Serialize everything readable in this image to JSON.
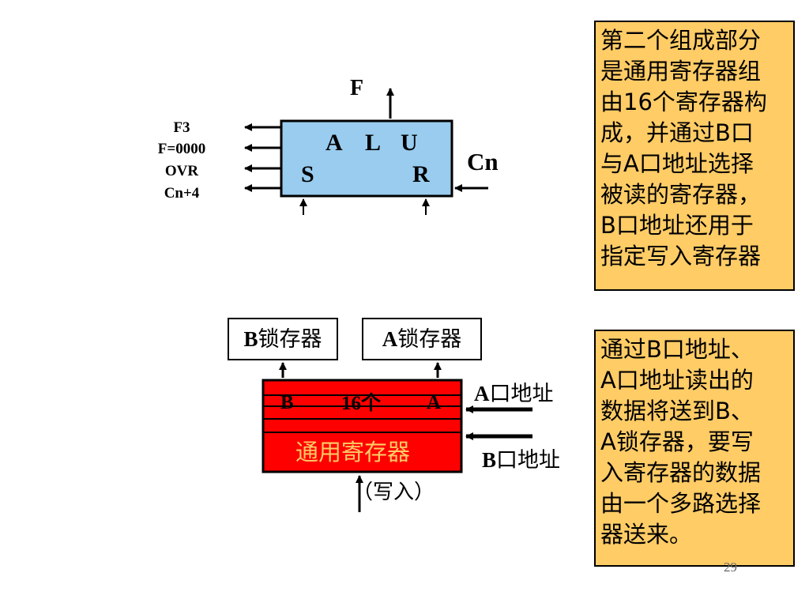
{
  "alu": {
    "f_output": "F",
    "title_letters": [
      "A",
      "L",
      "U"
    ],
    "s_input": "S",
    "r_input": "R",
    "carry_in": "Cn",
    "flags": [
      "F3",
      "F=0000",
      "OVR",
      "Cn+4"
    ]
  },
  "register_file": {
    "b_latch": {
      "letter": "B",
      "text": "锁存器"
    },
    "a_latch": {
      "letter": "A",
      "text": "锁存器"
    },
    "row_b": "B",
    "row_count": "16个",
    "row_a": "A",
    "name": "通用寄存器",
    "a_addr": {
      "letter": "A",
      "text": "口地址"
    },
    "b_addr": {
      "letter": "B",
      "text": "口地址"
    },
    "write_label": "（写入）"
  },
  "notes": {
    "top": [
      "第二个组成部分",
      "是通用寄存器组",
      "由16个寄存器构",
      "成，并通过B口",
      "与A口地址选择",
      "被读的寄存器，",
      "B口地址还用于",
      "指定写入寄存器"
    ],
    "bottom": [
      "通过B口地址、",
      "A口地址读出的",
      "数据将送到B、",
      "A锁存器，要写",
      "入寄存器的数据",
      "由一个多路选择",
      "器送来。"
    ]
  },
  "page_number": "29",
  "colors": {
    "alu_fill": "#99ccee",
    "register_fill": "#ff0000",
    "note_fill": "#ffcc66"
  }
}
